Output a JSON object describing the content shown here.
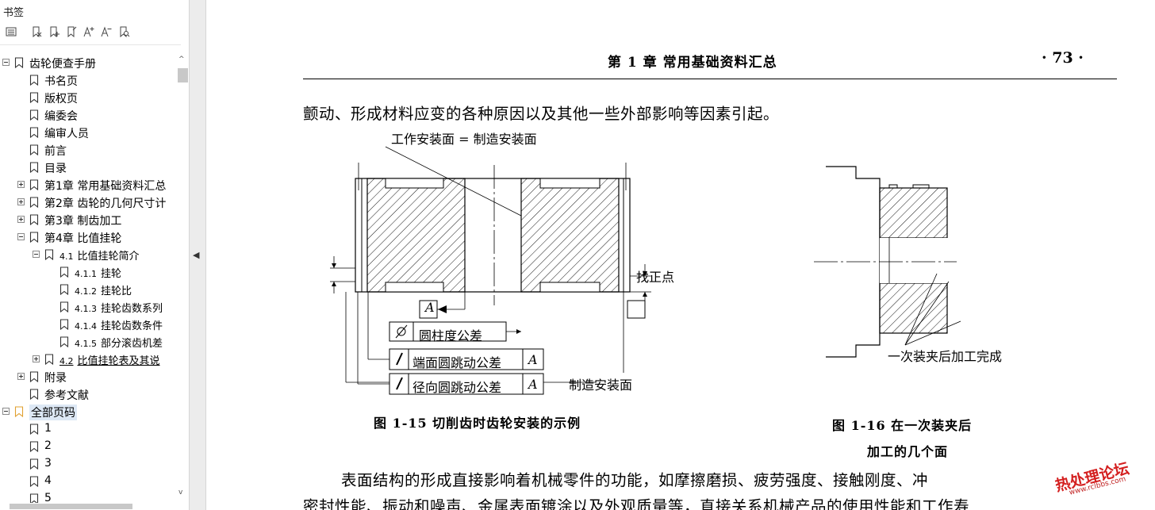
{
  "sidebar": {
    "title": "书签",
    "toolbar": [
      "expand-all-icon",
      "delete-bookmark-icon",
      "new-bookmark-icon",
      "bookmark-props-icon",
      "font-larger-icon",
      "font-smaller-icon",
      "find-bookmark-icon"
    ],
    "tree": [
      {
        "label": "齿轮便查手册",
        "level": 0,
        "expander": "minus"
      },
      {
        "label": "书名页",
        "level": 1
      },
      {
        "label": "版权页",
        "level": 1
      },
      {
        "label": "编委会",
        "level": 1
      },
      {
        "label": "编审人员",
        "level": 1
      },
      {
        "label": "前言",
        "level": 1
      },
      {
        "label": "目录",
        "level": 1
      },
      {
        "label": "第1章  常用基础资料汇总",
        "level": 1,
        "expander": "plus"
      },
      {
        "label": "第2章  齿轮的几何尺寸计",
        "level": 1,
        "expander": "plus"
      },
      {
        "label": "第3章  制齿加工",
        "level": 1,
        "expander": "plus"
      },
      {
        "label": "第4章  比值挂轮",
        "level": 1,
        "expander": "minus"
      },
      {
        "num": "4.1",
        "label": "比值挂轮简介",
        "level": 2,
        "expander": "minus"
      },
      {
        "num": "4.1.1",
        "label": "挂轮",
        "level": 3
      },
      {
        "num": "4.1.2",
        "label": "挂轮比",
        "level": 3
      },
      {
        "num": "4.1.3",
        "label": "挂轮齿数系列",
        "level": 3
      },
      {
        "num": "4.1.4",
        "label": "挂轮齿数条件",
        "level": 3
      },
      {
        "num": "4.1.5",
        "label": "部分滚齿机差",
        "level": 3
      },
      {
        "num": "4.2",
        "label": "比值挂轮表及其说",
        "level": 2,
        "expander": "plus",
        "link": true
      },
      {
        "label": "附录",
        "level": 1,
        "expander": "plus"
      },
      {
        "label": "参考文献",
        "level": 1
      },
      {
        "label": "全部页码",
        "level": 0,
        "expander": "minus",
        "selected": true,
        "color": "#e0a030"
      },
      {
        "label": "1",
        "level": 1
      },
      {
        "label": "2",
        "level": 1
      },
      {
        "label": "3",
        "level": 1
      },
      {
        "label": "4",
        "level": 1
      },
      {
        "label": "5",
        "level": 1
      }
    ]
  },
  "page": {
    "header_chapter": "第 1 章   常用基础资料汇总",
    "header_pageno": "· 73 ·",
    "para1": "颤动、形成材料应变的各种原因以及其他一些外部影响等因素引起。",
    "para2": "表面结构的形成直接影响着机械零件的功能，如摩擦磨损、疲劳强度、接触刚度、冲",
    "para3": "密封性能、振动和噪声、金属表面镀涂以及外观质量等，直接关系机械产品的使用性能和工作寿",
    "fig1": {
      "label_top": "工作安装面 = 制造安装面",
      "label_find": "找正点",
      "datum": "A",
      "tol1": "圆柱度公差",
      "tol2": "端面圆跳动公差",
      "tol2_ref": "A",
      "tol3": "径向圆跳动公差",
      "tol3_ref": "A",
      "label_bottom": "制造安装面",
      "caption": "图 1-15    切削齿时齿轮安装的示例"
    },
    "fig2": {
      "label": "一次装夹后加工完成",
      "caption_line1": "图 1-16    在一次装夹后",
      "caption_line2": "加工的几个面"
    }
  },
  "watermark": {
    "text": "热处理论坛",
    "url": "www.rclbbs.com"
  }
}
